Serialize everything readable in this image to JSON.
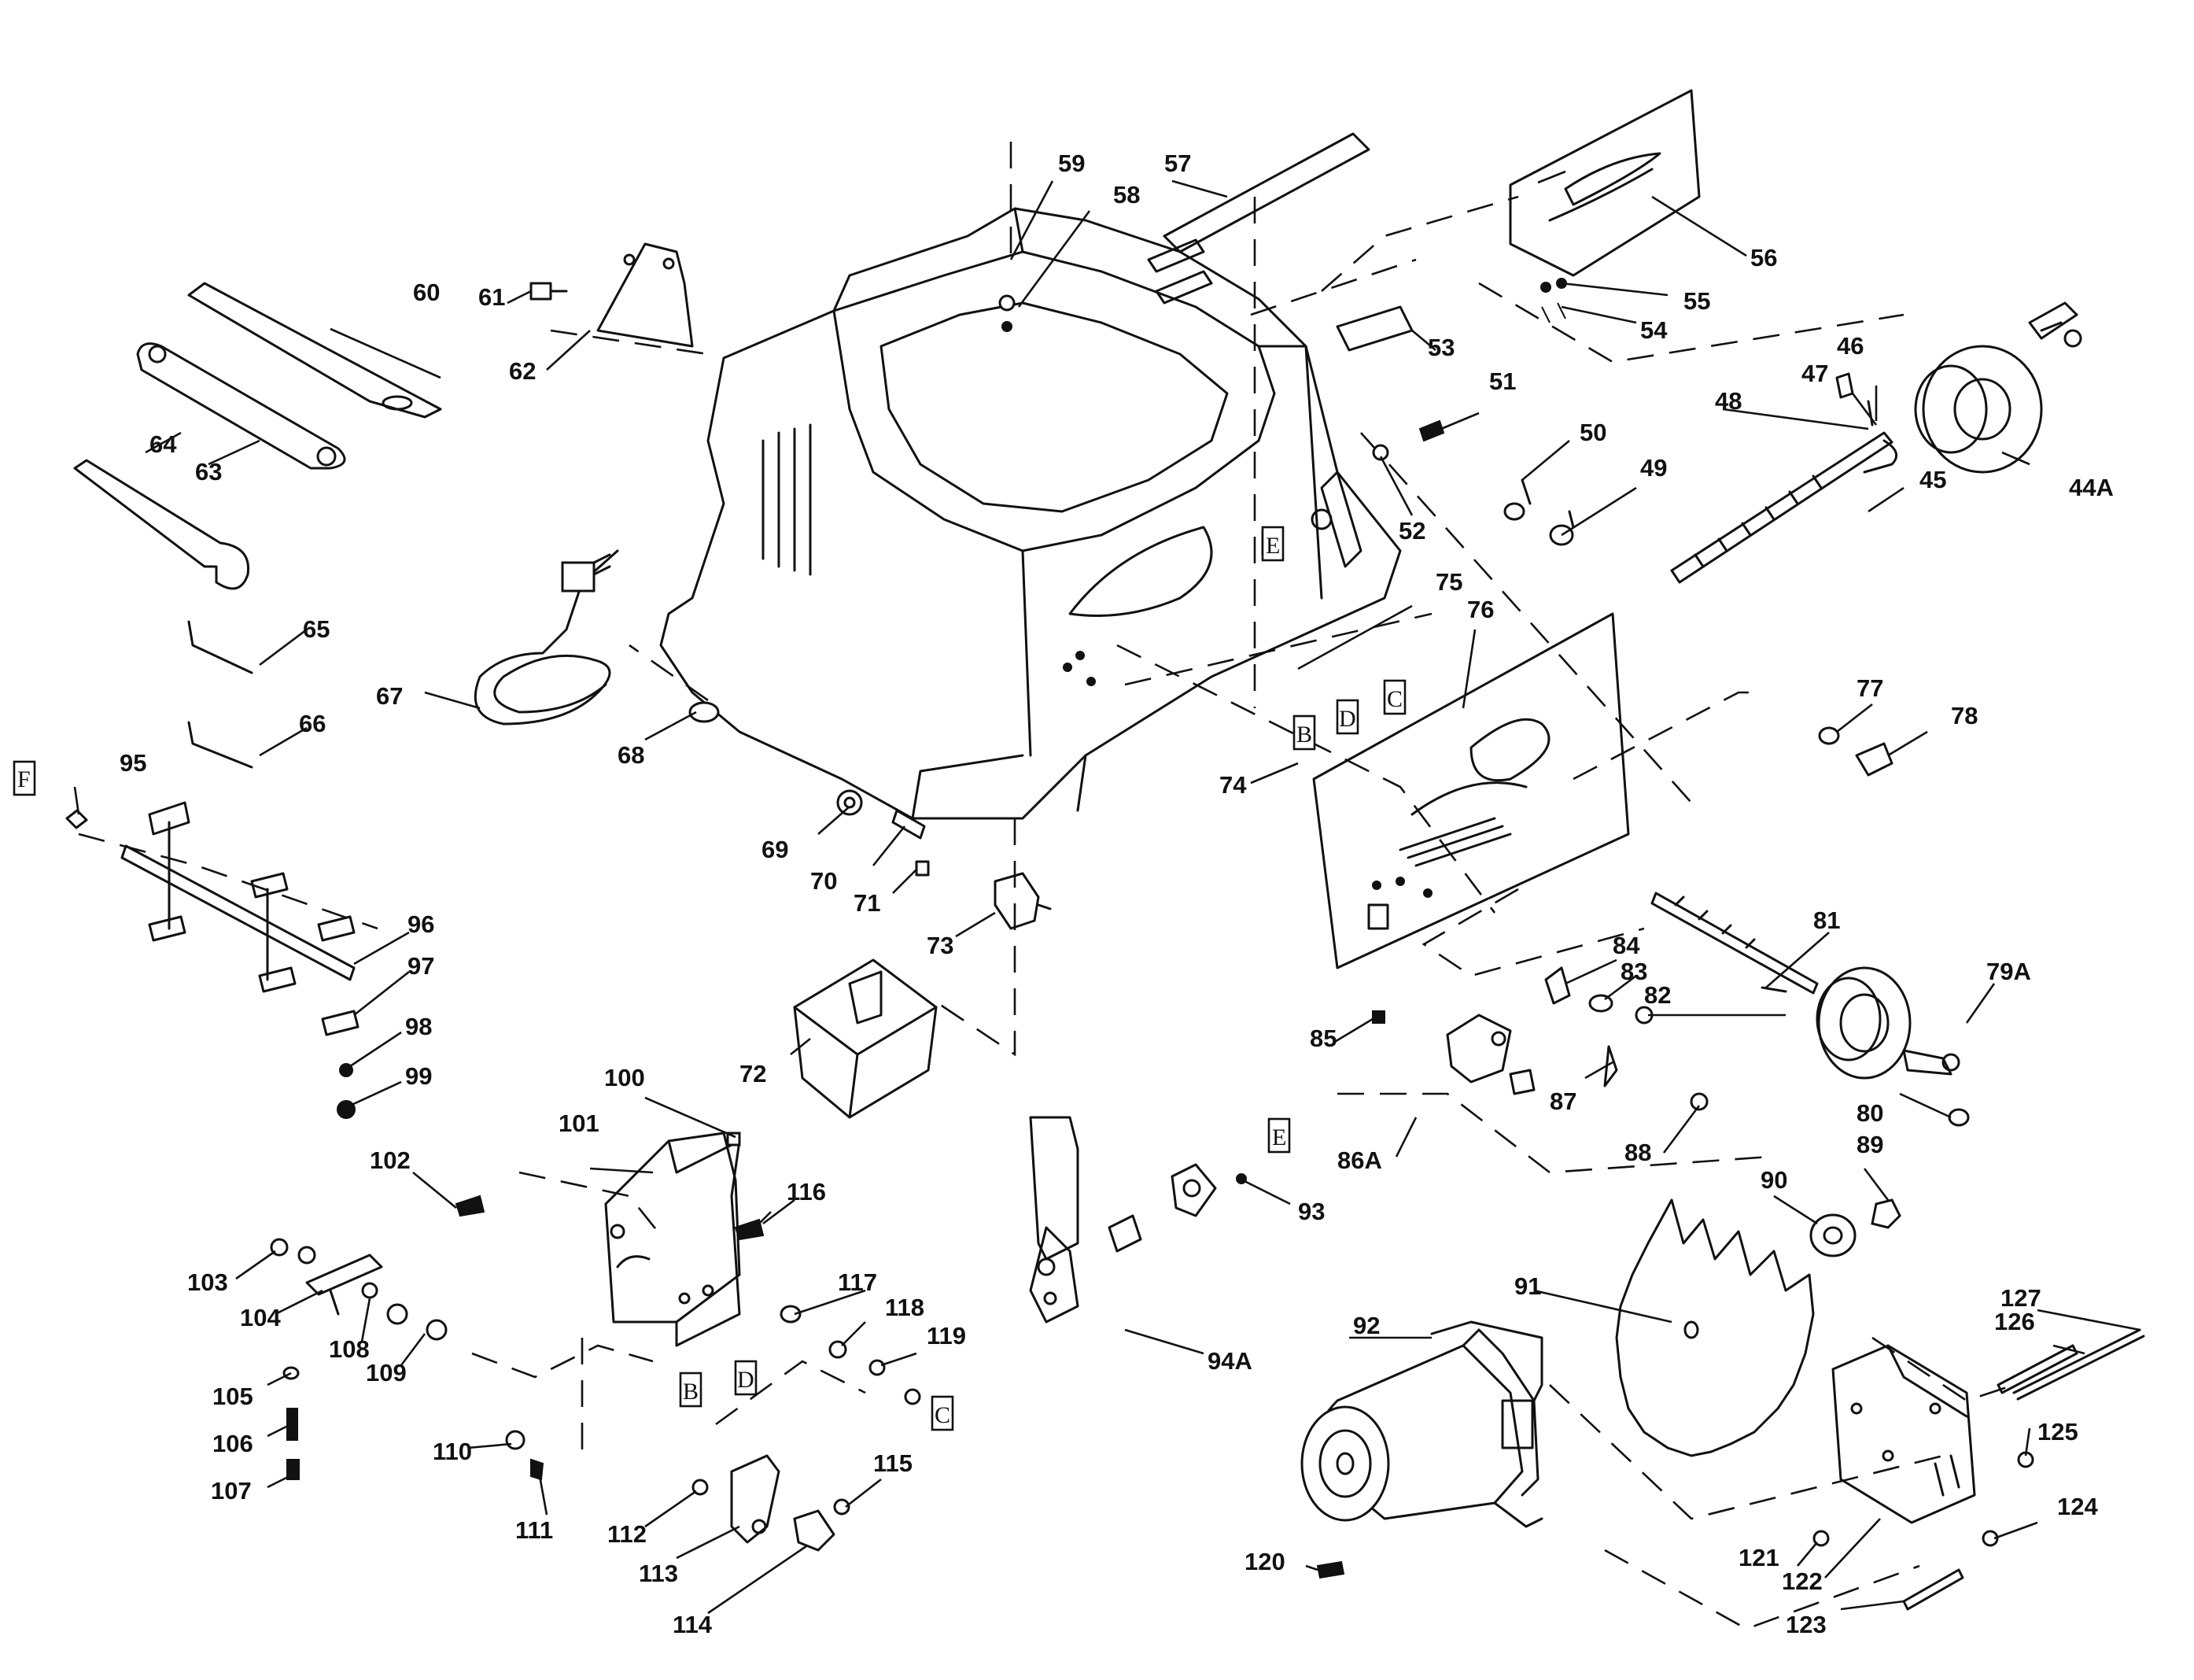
{
  "part_labels": {
    "p44A": "44A",
    "p45": "45",
    "p46": "46",
    "p47": "47",
    "p48": "48",
    "p49": "49",
    "p50": "50",
    "p51": "51",
    "p52": "52",
    "p53": "53",
    "p54": "54",
    "p55": "55",
    "p56": "56",
    "p57": "57",
    "p58": "58",
    "p59": "59",
    "p60": "60",
    "p61": "61",
    "p62": "62",
    "p63": "63",
    "p64": "64",
    "p65": "65",
    "p66": "66",
    "p67": "67",
    "p68": "68",
    "p69": "69",
    "p70": "70",
    "p71": "71",
    "p72": "72",
    "p73": "73",
    "p74": "74",
    "p75": "75",
    "p76": "76",
    "p77": "77",
    "p78": "78",
    "p79A": "79A",
    "p80": "80",
    "p81": "81",
    "p82": "82",
    "p83": "83",
    "p84": "84",
    "p85": "85",
    "p86A": "86A",
    "p87": "87",
    "p88": "88",
    "p89": "89",
    "p90": "90",
    "p91": "91",
    "p92": "92",
    "p93": "93",
    "p94A": "94A",
    "p95": "95",
    "p96": "96",
    "p97": "97",
    "p98": "98",
    "p99": "99",
    "p100": "100",
    "p101": "101",
    "p102": "102",
    "p103": "103",
    "p104": "104",
    "p105": "105",
    "p106": "106",
    "p107": "107",
    "p108": "108",
    "p109": "109",
    "p110": "110",
    "p111": "111",
    "p112": "112",
    "p113": "113",
    "p114": "114",
    "p115": "115",
    "p116": "116",
    "p117": "117",
    "p118": "118",
    "p119": "119",
    "p120": "120",
    "p121": "121",
    "p122": "122",
    "p123": "123",
    "p124": "124",
    "p125": "125",
    "p126": "126",
    "p127": "127"
  },
  "reference_letters": {
    "b": "B",
    "c": "C",
    "d": "D",
    "e": "E",
    "f": "F"
  }
}
